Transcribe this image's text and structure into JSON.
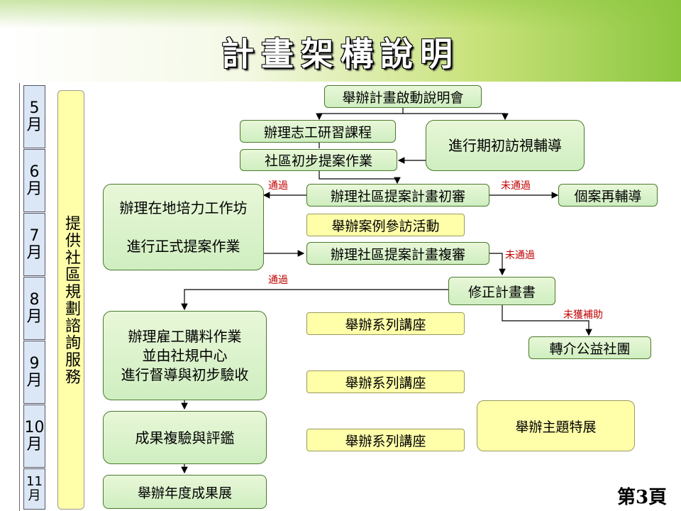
{
  "title": "計畫架構說明",
  "months": [
    {
      "num": "5",
      "unit": "月"
    },
    {
      "num": "6",
      "unit": "月"
    },
    {
      "num": "7",
      "unit": "月"
    },
    {
      "num": "8",
      "unit": "月"
    },
    {
      "num": "9",
      "unit": "月"
    },
    {
      "num": "10",
      "unit": "月"
    },
    {
      "num": "11",
      "unit": "月"
    }
  ],
  "side_label": "提供社區規劃諮詢服務",
  "boxes": {
    "launch": "舉辦計畫啟動說明會",
    "volunteer": "辦理志工研習課程",
    "initial_visit": "進行期初訪視輔導",
    "initial_proposal": "社區初步提案作業",
    "workshop_line1": "辦理在地培力工作坊",
    "workshop_line2": "進行正式提案作業",
    "first_review": "辦理社區提案計畫初審",
    "case_counsel": "個案再輔導",
    "case_visit": "舉辦案例參訪活動",
    "second_review": "辦理社區提案計畫複審",
    "revise": "修正計畫書",
    "purchase_line1": "辦理雇工購料作業",
    "purchase_line2": "並由社規中心",
    "purchase_line3": "進行督導與初步驗收",
    "lecture1": "舉辦系列講座",
    "lecture2": "舉辦系列講座",
    "lecture3": "舉辦系列講座",
    "referral": "轉介公益社團",
    "exhibition": "舉辦主題特展",
    "evaluation": "成果複驗與評鑑",
    "annual": "舉辦年度成果展"
  },
  "labels": {
    "pass1": "通過",
    "fail1": "未通過",
    "fail2": "未通過",
    "pass2": "通過",
    "no_subsidy": "未獲補助"
  },
  "page_number": "第3頁"
}
